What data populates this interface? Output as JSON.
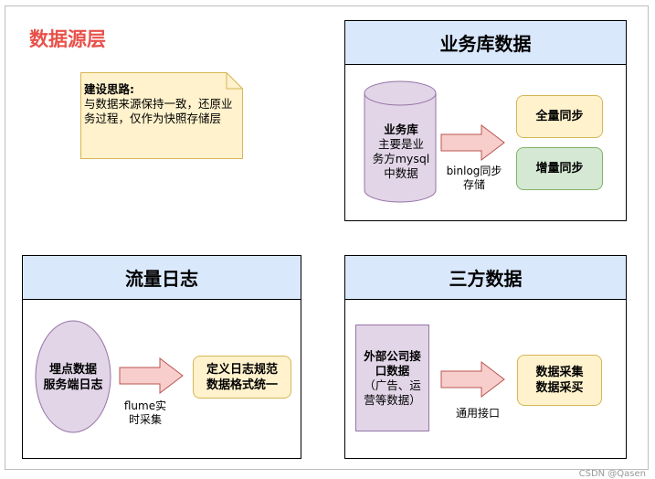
{
  "title": "数据源层",
  "note": {
    "heading": "建设思路:",
    "body": "与数据来源保持一致，还原业务过程，仅作为快照存储层"
  },
  "panels": {
    "business": {
      "title": "业务库数据",
      "source": "业务库\n主要是业务方mysql中数据",
      "source_lines": [
        "业务库",
        "主要是业",
        "务方mysql",
        "中数据"
      ],
      "arrow_label_lines": [
        "binlog同步",
        "存储"
      ],
      "target_full": "全量同步",
      "target_incr": "增量同步"
    },
    "traffic": {
      "title": "流量日志",
      "source_lines": [
        "埋点数据",
        "服务端日志"
      ],
      "arrow_label_lines": [
        "flume实",
        "时采集"
      ],
      "target_lines": [
        "定义日志规范",
        "数据格式统一"
      ]
    },
    "third": {
      "title": "三方数据",
      "source_lines": [
        "外部公司接",
        "口数据"
      ],
      "source_sub_lines": [
        "（广告、运",
        "营等数据）"
      ],
      "arrow_label": "通用接口",
      "target_lines": [
        "数据采集",
        "数据采买"
      ]
    }
  },
  "watermark": "CSDN @Qasen",
  "colors": {
    "title": "#e8514a",
    "panel_header": "#dae8fc",
    "yellow_fill": "#fff2cc",
    "green_fill": "#d5e8d4",
    "purple_fill": "#e1d5e7",
    "arrow_fill": "#f8cecc",
    "arrow_stroke": "#b85450"
  }
}
